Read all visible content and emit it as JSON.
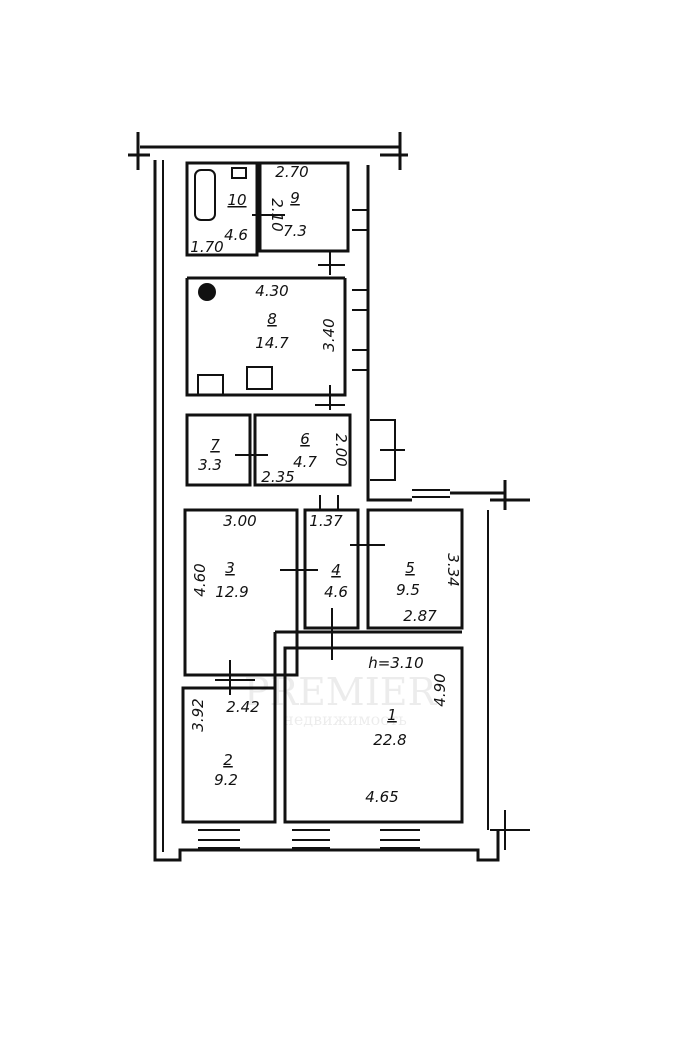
{
  "plan": {
    "ceiling_height": "h=3.10",
    "rooms": [
      {
        "number": "1",
        "area": "22.8",
        "dims": [
          "4.65",
          "4.90"
        ]
      },
      {
        "number": "2",
        "area": "9.2",
        "dims": [
          "2.42",
          "3.92"
        ]
      },
      {
        "number": "3",
        "area": "12.9",
        "dims": [
          "3.00",
          "4.60"
        ]
      },
      {
        "number": "4",
        "area": "4.6",
        "dims": [
          "1.37"
        ]
      },
      {
        "number": "5",
        "area": "9.5",
        "dims": [
          "2.87",
          "3.34"
        ]
      },
      {
        "number": "6",
        "area": "4.7",
        "dims": [
          "2.35",
          "2.00"
        ]
      },
      {
        "number": "7",
        "area": "3.3",
        "dims": []
      },
      {
        "number": "8",
        "area": "14.7",
        "dims": [
          "4.30",
          "3.40"
        ]
      },
      {
        "number": "9",
        "area": "7.3",
        "dims": [
          "2.70",
          "2.10"
        ]
      },
      {
        "number": "10",
        "area": "4.6",
        "dims": [
          "1.70"
        ]
      }
    ]
  },
  "watermark": {
    "line1": "PREMIER",
    "line2": "недвижимость"
  }
}
